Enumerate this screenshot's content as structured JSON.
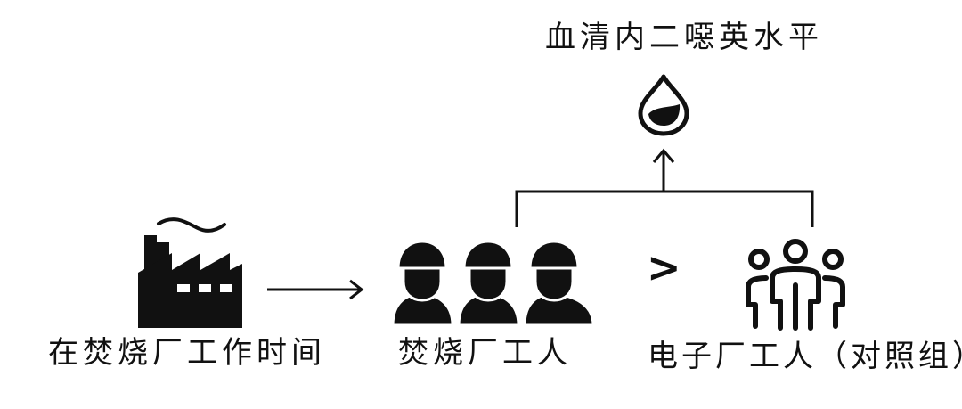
{
  "title": "血清内二噁英水平",
  "labels": {
    "factory": "在焚烧厂工作时间",
    "incineration_workers": "焚烧厂工人",
    "electronics_workers": "电子厂工人（对照组）"
  },
  "comparison_symbol": ">",
  "colors": {
    "ink": "#111111",
    "background": "#ffffff"
  }
}
